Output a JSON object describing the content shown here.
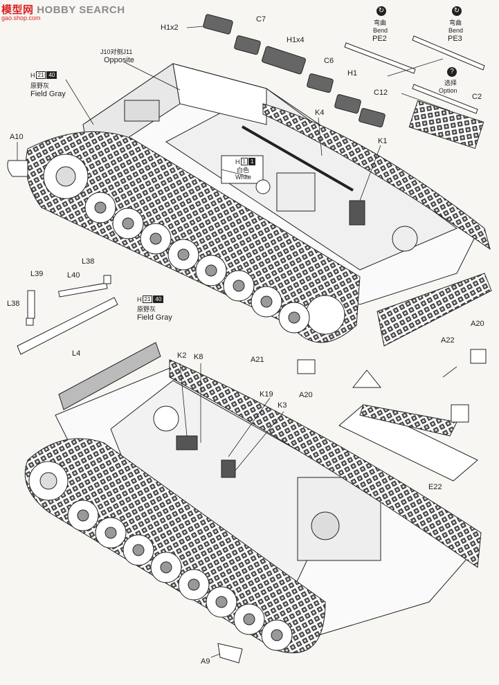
{
  "watermark": {
    "site_cn": "模型网",
    "site_en": "HOBBY SEARCH",
    "url": "gao.shop.com"
  },
  "parts": {
    "h1x2": "H1x2",
    "c7": "C7",
    "h1x4": "H1x4",
    "c6": "C6",
    "h1": "H1",
    "c12": "C12",
    "c2": "C2",
    "k4": "K4",
    "k1": "K1",
    "a10": "A10",
    "l38a": "L38",
    "l39": "L39",
    "l40": "L40",
    "l38b": "L38",
    "l4": "L4",
    "k2": "K2",
    "k8": "K8",
    "k19": "K19",
    "k3": "K3",
    "a21": "A21",
    "a20a": "A20",
    "a20b": "A20",
    "a22": "A22",
    "e22": "E22",
    "a9": "A9"
  },
  "notes": {
    "bend_pe2_cn": "弯曲",
    "bend_pe2_en": "Bend",
    "bend_pe2_part": "PE2",
    "bend_pe3_cn": "弯曲",
    "bend_pe3_en": "Bend",
    "bend_pe3_part": "PE3",
    "option_cn": "选择",
    "option_en": "Option",
    "opposite_cn": "J10对侧J11",
    "opposite_en": "Opposite"
  },
  "paints": {
    "upper": {
      "letter": "H",
      "code1": "21",
      "code2": "40",
      "cn": "原野灰",
      "en": "Field Gray"
    },
    "white": {
      "letter": "H",
      "code1": "1",
      "code2": "1",
      "cn": "白色",
      "en": "White"
    },
    "lower": {
      "letter": "H",
      "code1": "21",
      "code2": "40",
      "cn": "原野灰",
      "en": "Field Gray"
    }
  },
  "icons": {
    "bend1": "↻",
    "bend2": "↻",
    "option": "?"
  }
}
